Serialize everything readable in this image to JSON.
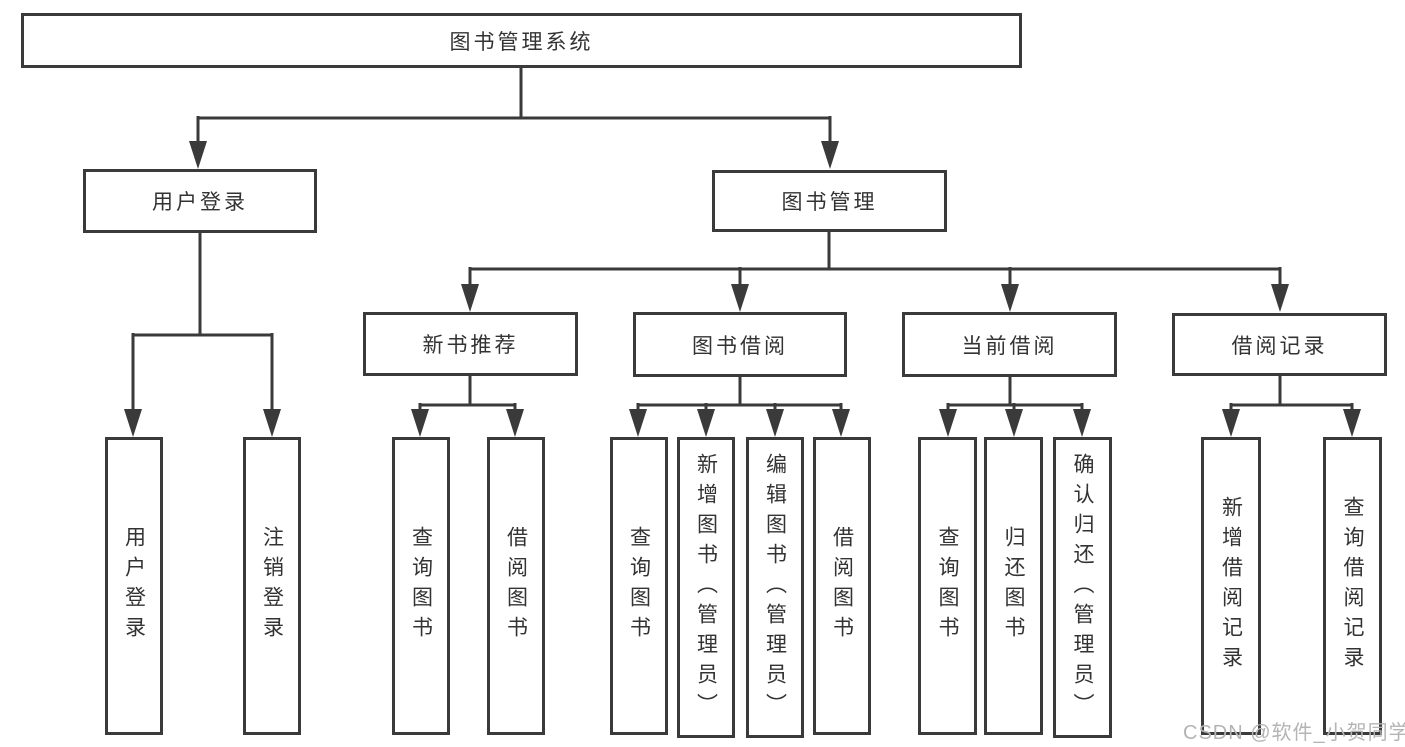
{
  "watermark": "CSDN @软件_小贺同学",
  "colors": {
    "line": "#3a3a3a",
    "text": "#333333",
    "watermark": "#b4b4b4",
    "background": "#ffffff"
  },
  "nodes": {
    "root": {
      "label": "图书管理系统"
    },
    "level2": [
      {
        "label": "用户登录"
      },
      {
        "label": "图书管理"
      }
    ],
    "level3": [
      {
        "label": "新书推荐"
      },
      {
        "label": "图书借阅"
      },
      {
        "label": "当前借阅"
      },
      {
        "label": "借阅记录"
      }
    ],
    "leaves": [
      {
        "label": "用户登录"
      },
      {
        "label": "注销登录"
      },
      {
        "label": "查询图书"
      },
      {
        "label": "借阅图书"
      },
      {
        "label": "查询图书"
      },
      {
        "label": "新增图书（管理员）"
      },
      {
        "label": "编辑图书（管理员）"
      },
      {
        "label": "借阅图书"
      },
      {
        "label": "查询图书"
      },
      {
        "label": "归还图书"
      },
      {
        "label": "确认归还（管理员）"
      },
      {
        "label": "新增借阅记录"
      },
      {
        "label": "查询借阅记录"
      }
    ]
  }
}
